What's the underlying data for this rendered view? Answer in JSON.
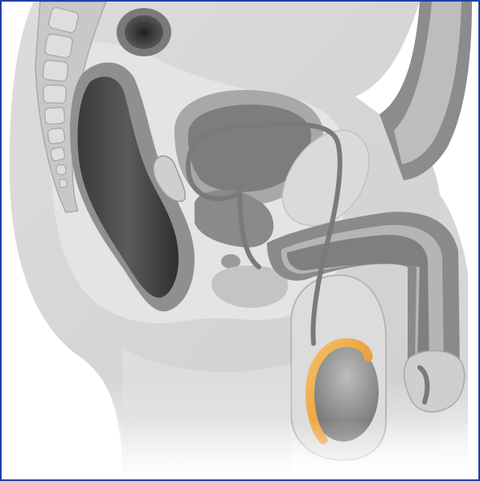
{
  "figure": {
    "frame_color": "#1f3fa8",
    "background": "#ffffff",
    "highlight_color": "#e89a2c",
    "highlighted_structure": "epididymis",
    "structures": [
      "spine",
      "rectum",
      "bladder",
      "seminal-vesicle",
      "prostate",
      "vas-deferens",
      "urethra",
      "corpus-cavernosum",
      "pubic-bone",
      "testis",
      "epididymis",
      "glans"
    ],
    "labels": []
  }
}
